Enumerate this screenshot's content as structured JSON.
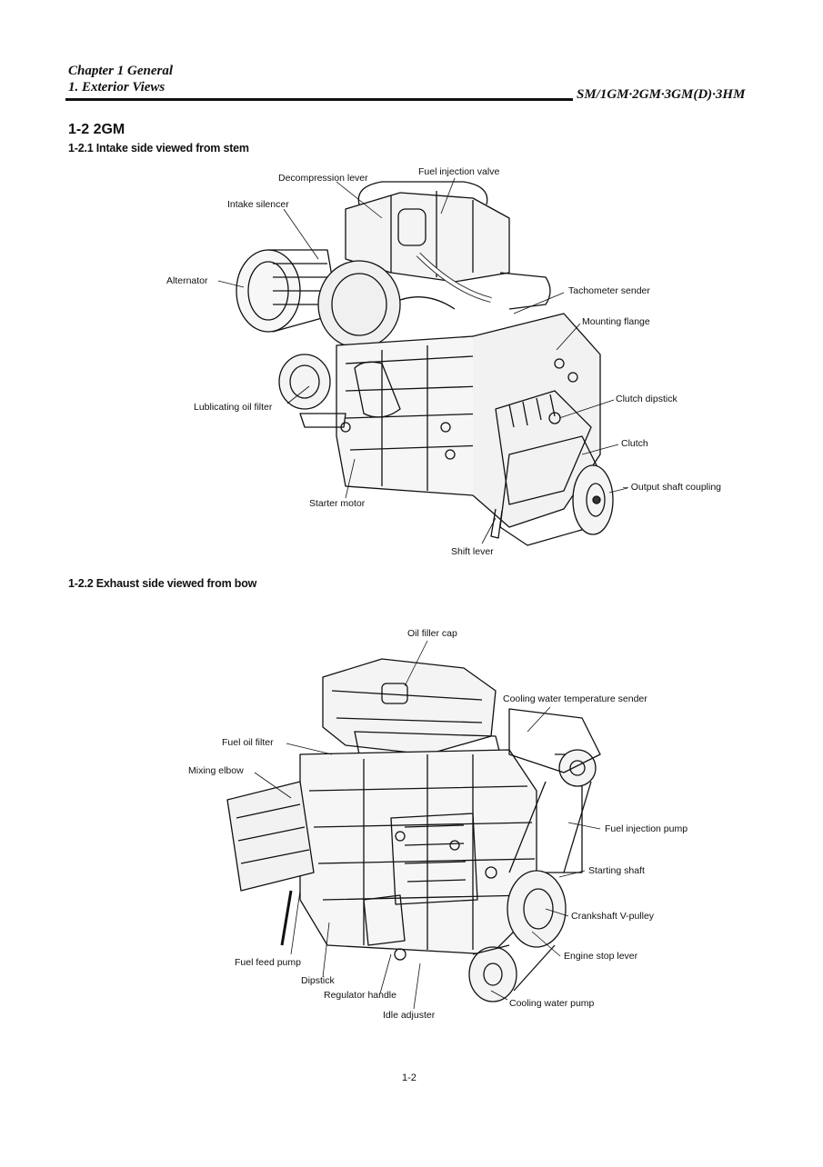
{
  "header": {
    "chapter": "Chapter 1 General",
    "section": "1. Exterior Views",
    "models": "SM/1GM·2GM·3GM(D)·3HM"
  },
  "section_title": "1-2 2GM",
  "intake_view": {
    "title": "1-2.1 Intake side viewed from stem",
    "labels": {
      "decompression_lever": "Decompression lever",
      "fuel_injection_valve": "Fuel injection valve",
      "intake_silencer": "Intake silencer",
      "alternator": "Alternator",
      "tachometer_sender": "Tachometer sender",
      "mounting_flange": "Mounting flange",
      "lubricating_oil_filter": "Lublicating oil filter",
      "clutch_dipstick": "Clutch dipstick",
      "clutch": "Clutch",
      "output_shaft_coupling": "Output shaft coupling",
      "starter_motor": "Starter motor",
      "shift_lever": "Shift lever"
    }
  },
  "exhaust_view": {
    "title": "1-2.2 Exhaust side viewed from bow",
    "labels": {
      "oil_filler_cap": "Oil filler cap",
      "cooling_water_temperature_sender": "Cooling water temperature sender",
      "fuel_oil_filter": "Fuel oil filter",
      "mixing_elbow": "Mixing elbow",
      "fuel_injection_pump": "Fuel injection pump",
      "starting_shaft": "Starting shaft",
      "crankshaft_v_pulley": "Crankshaft V-pulley",
      "engine_stop_lever": "Engine stop lever",
      "fuel_feed_pump": "Fuel feed pump",
      "dipstick": "Dipstick",
      "regulator_handle": "Regulator handle",
      "idle_adjuster": "Idle adjuster",
      "cooling_water_pump": "Cooling water pump"
    }
  },
  "page_number": "1-2"
}
